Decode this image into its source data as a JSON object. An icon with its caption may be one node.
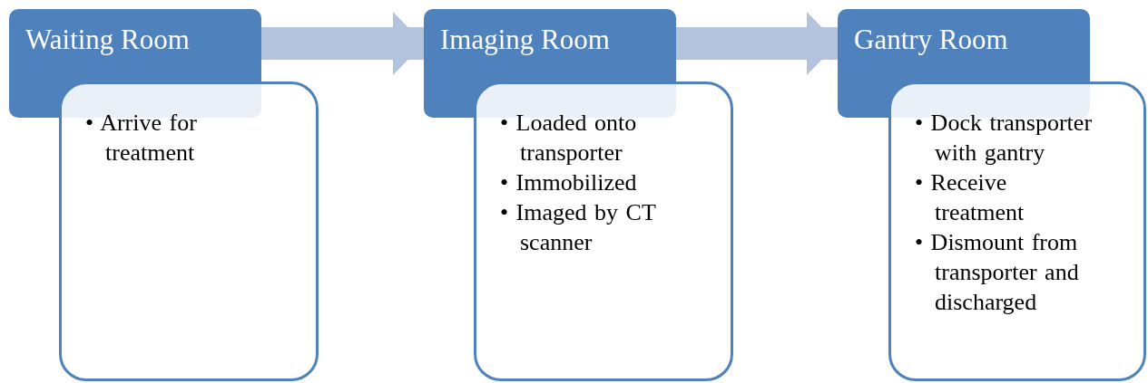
{
  "diagram": {
    "nodes": [
      {
        "text": [
          "Waiting Room"
        ]
      },
      {
        "text": [
          "• Arrive for treatment"
        ]
      },
      {
        "text": [
          "Imaging Room"
        ]
      },
      {
        "text": [
          "• Loaded onto transporter",
          "• Immobilized",
          "• Imaged by CT scanner"
        ]
      },
      {
        "text": [
          "Gantry Room"
        ]
      },
      {
        "text": [
          "• Dock transporter with gantry",
          "• Receive treatment",
          "• Dismount from transporter and discharged"
        ]
      }
    ],
    "edges": [
      {
        "from": 0,
        "to": 2,
        "arrow": "to"
      },
      {
        "from": 2,
        "to": 4,
        "arrow": "to"
      }
    ]
  }
}
